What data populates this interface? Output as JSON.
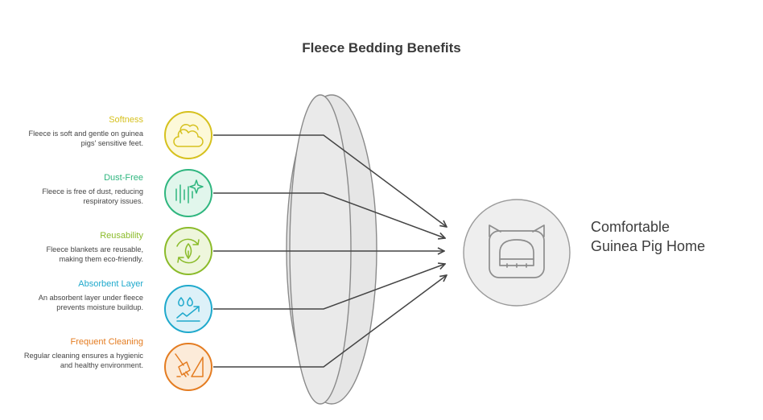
{
  "title": "Fleece Bedding Benefits",
  "result": {
    "line1": "Comfortable",
    "line2": "Guinea Pig Home",
    "icon": "guinea-pig-home-icon"
  },
  "benefits": [
    {
      "title": "Softness",
      "desc": "Fleece is soft and gentle on guinea pigs' sensitive feet.",
      "color": "#d6c11e",
      "fill": "#fdf9d9",
      "icon": "cloud-icon"
    },
    {
      "title": "Dust-Free",
      "desc": "Fleece is free of dust, reducing respiratory issues.",
      "color": "#2fb67f",
      "fill": "#e1f6ec",
      "icon": "sparkle-icon"
    },
    {
      "title": "Reusability",
      "desc": "Fleece blankets are reusable, making them eco-friendly.",
      "color": "#8bbb2a",
      "fill": "#eef6dc",
      "icon": "recycle-leaf-icon"
    },
    {
      "title": "Absorbent Layer",
      "desc": "An absorbent layer under fleece prevents moisture buildup.",
      "color": "#1fa9cc",
      "fill": "#ddf1f8",
      "icon": "droplets-icon"
    },
    {
      "title": "Frequent Cleaning",
      "desc": "Regular cleaning ensures a hygienic and healthy environment.",
      "color": "#e47c21",
      "fill": "#fcebd9",
      "icon": "broom-icon"
    }
  ]
}
